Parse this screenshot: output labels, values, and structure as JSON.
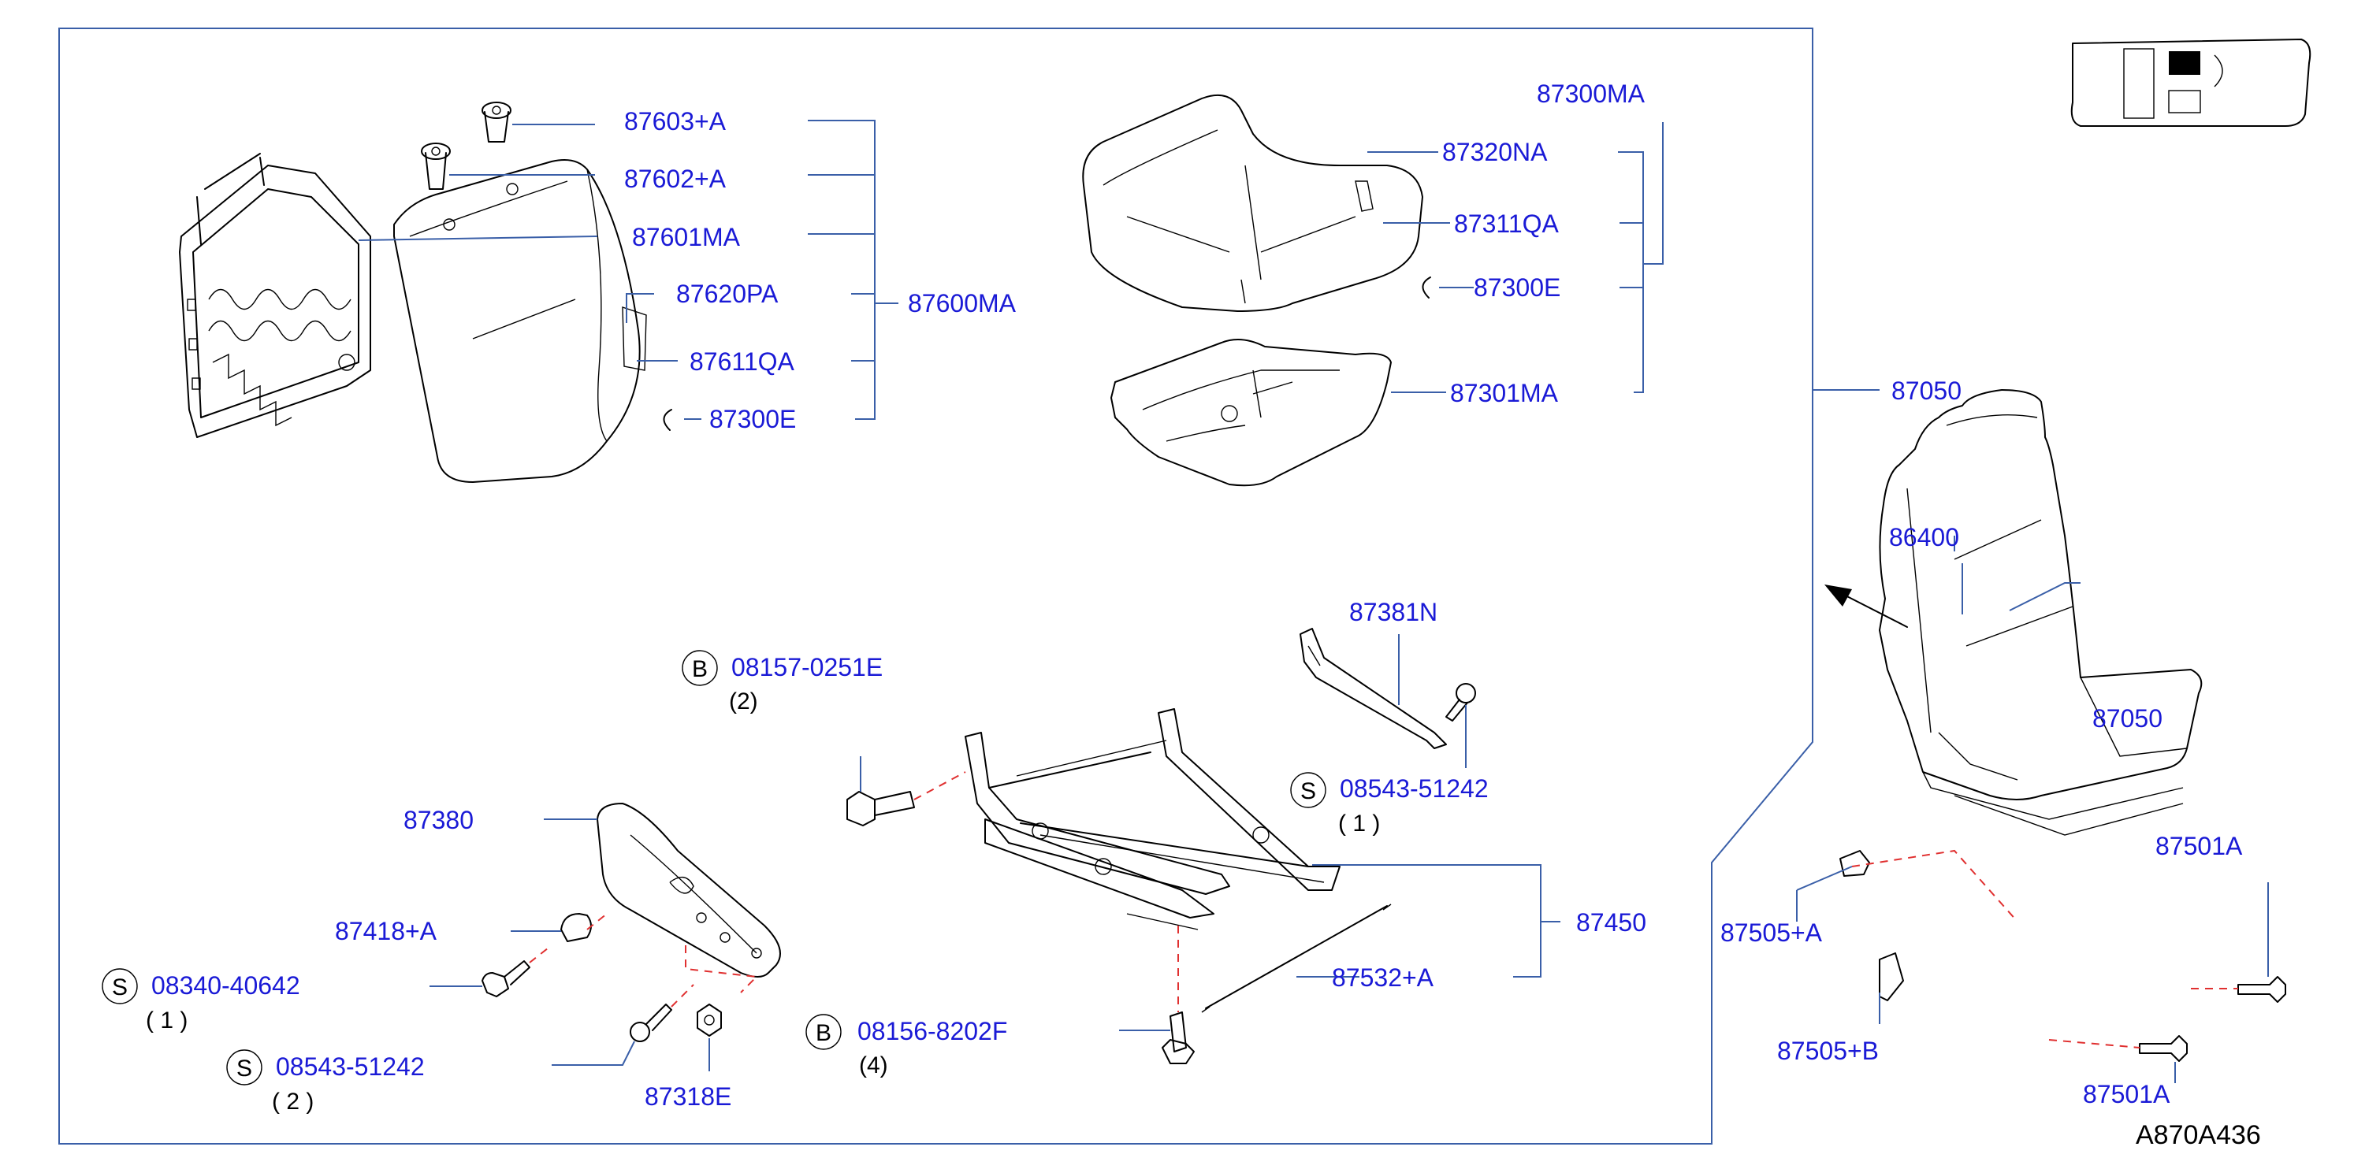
{
  "diagram_code": "A870A436",
  "labels": {
    "p87603A": "87603+A",
    "p87602A": "87602+A",
    "p87601MA": "87601MA",
    "p87620PA": "87620PA",
    "p87611QA": "87611QA",
    "p87300E_a": "87300E",
    "p87600MA": "87600MA",
    "p87300MA": "87300MA",
    "p87320NA": "87320NA",
    "p87311QA": "87311QA",
    "p87300E_b": "87300E",
    "p87301MA": "87301MA",
    "p87050_a": "87050",
    "p86400": "86400",
    "p87050_b": "87050",
    "p87381N": "87381N",
    "p08157": "08157-0251E",
    "p08157_qty": "(2)",
    "p08543_a": "08543-51242",
    "p08543_a_qty": "( 1 )",
    "p87380": "87380",
    "p87418A": "87418+A",
    "p08340": "08340-40642",
    "p08340_qty": "( 1 )",
    "p08543_b": "08543-51242",
    "p08543_b_qty": "( 2 )",
    "p87318E": "87318E",
    "p08156": "08156-8202F",
    "p08156_qty": "(4)",
    "p87450": "87450",
    "p87532A": "87532+A",
    "p87501A_a": "87501A",
    "p87505A": "87505+A",
    "p87505B": "87505+B",
    "p87501A_b": "87501A"
  },
  "symbols": {
    "b_a": "B",
    "s_a": "S",
    "s_b": "S",
    "s_c": "S",
    "b_b": "B"
  },
  "colors": {
    "label": "#1a1ad6",
    "leader": "#3a5fa8",
    "dashed": "#e03030"
  }
}
